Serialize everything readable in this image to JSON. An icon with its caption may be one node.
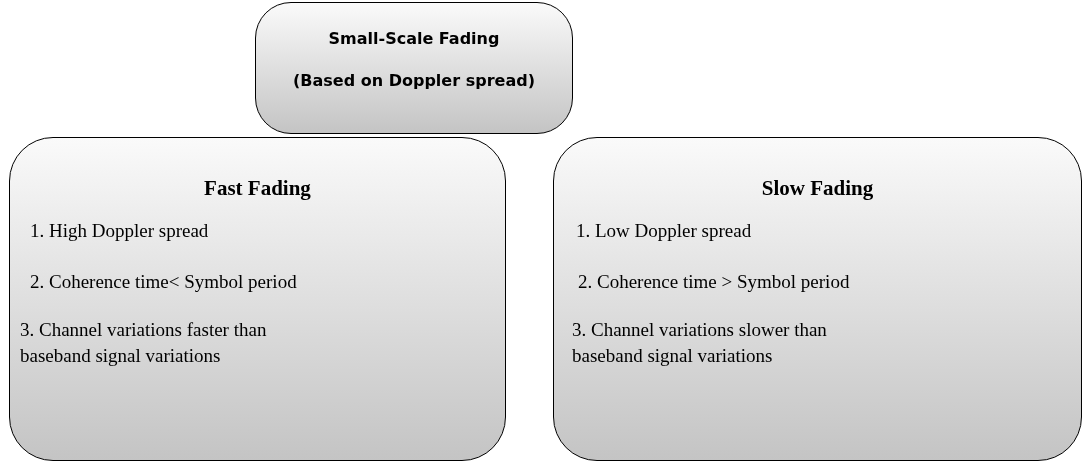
{
  "diagram": {
    "nodes": [
      {
        "text": [
          "Small-Scale Fading",
          "(Based on Doppler spread)"
        ]
      },
      {
        "text": [
          "Fast Fading",
          "1. High Doppler spread",
          "2. Coherence time< Symbol period",
          "3. Channel variations faster than baseband signal variations"
        ]
      },
      {
        "text": [
          "Slow Fading",
          "1. Low Doppler spread",
          "2. Coherence time > Symbol period",
          "3. Channel variations slower than baseband signal variations"
        ]
      }
    ]
  }
}
